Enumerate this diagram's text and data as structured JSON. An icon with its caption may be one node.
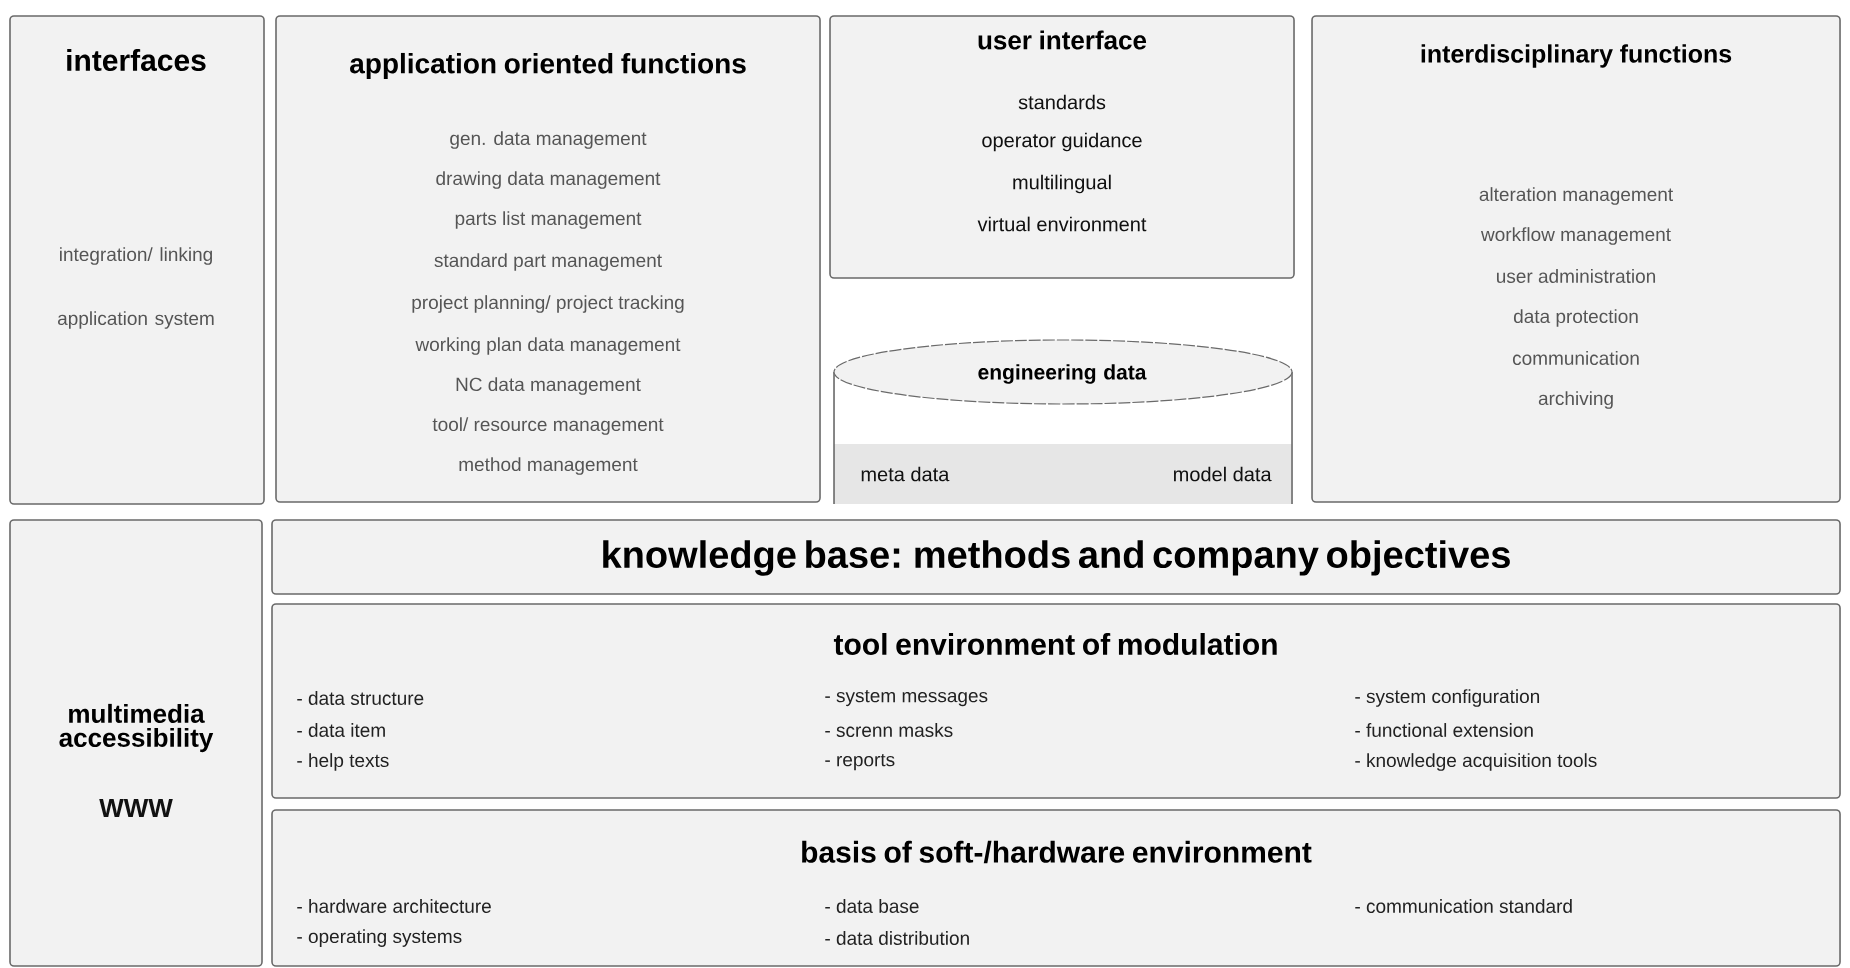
{
  "diagram": {
    "nodes": [
      {
        "text": [
          "interfaces",
          "integration/ linking",
          "application system"
        ]
      },
      {
        "text": [
          "application oriented functions",
          "gen. data management",
          "drawing data management",
          "parts list management",
          "standard part management",
          "project planning/ project tracking",
          "working plan data management",
          "NC data management",
          "tool/ resource management",
          "method management"
        ]
      },
      {
        "text": [
          "user interface",
          "standards",
          "operator guidance",
          "multilingual",
          "virtual environment"
        ]
      },
      {
        "text": [
          "engineering data",
          "meta data",
          "model data"
        ]
      },
      {
        "text": [
          "interdisciplinary functions",
          "alteration management",
          "workflow management",
          "user administration",
          "data protection",
          "communication",
          "archiving"
        ]
      },
      {
        "text": [
          "multimedia accessibility",
          "WWW"
        ]
      },
      {
        "text": [
          "knowledge base: methods and company objectives"
        ]
      },
      {
        "text": [
          "tool environment of modulation",
          "- data structure",
          "- data item",
          "- help texts",
          "- system messages",
          "- screnn masks",
          "- reports",
          "- system configuration",
          "- functional extension",
          "- knowledge acquisition tools"
        ]
      },
      {
        "text": [
          "basis of soft-/hardware environment",
          "- hardware architecture",
          "- operating systems",
          "- data base",
          "- data distribution",
          "- communication standard"
        ]
      }
    ]
  }
}
